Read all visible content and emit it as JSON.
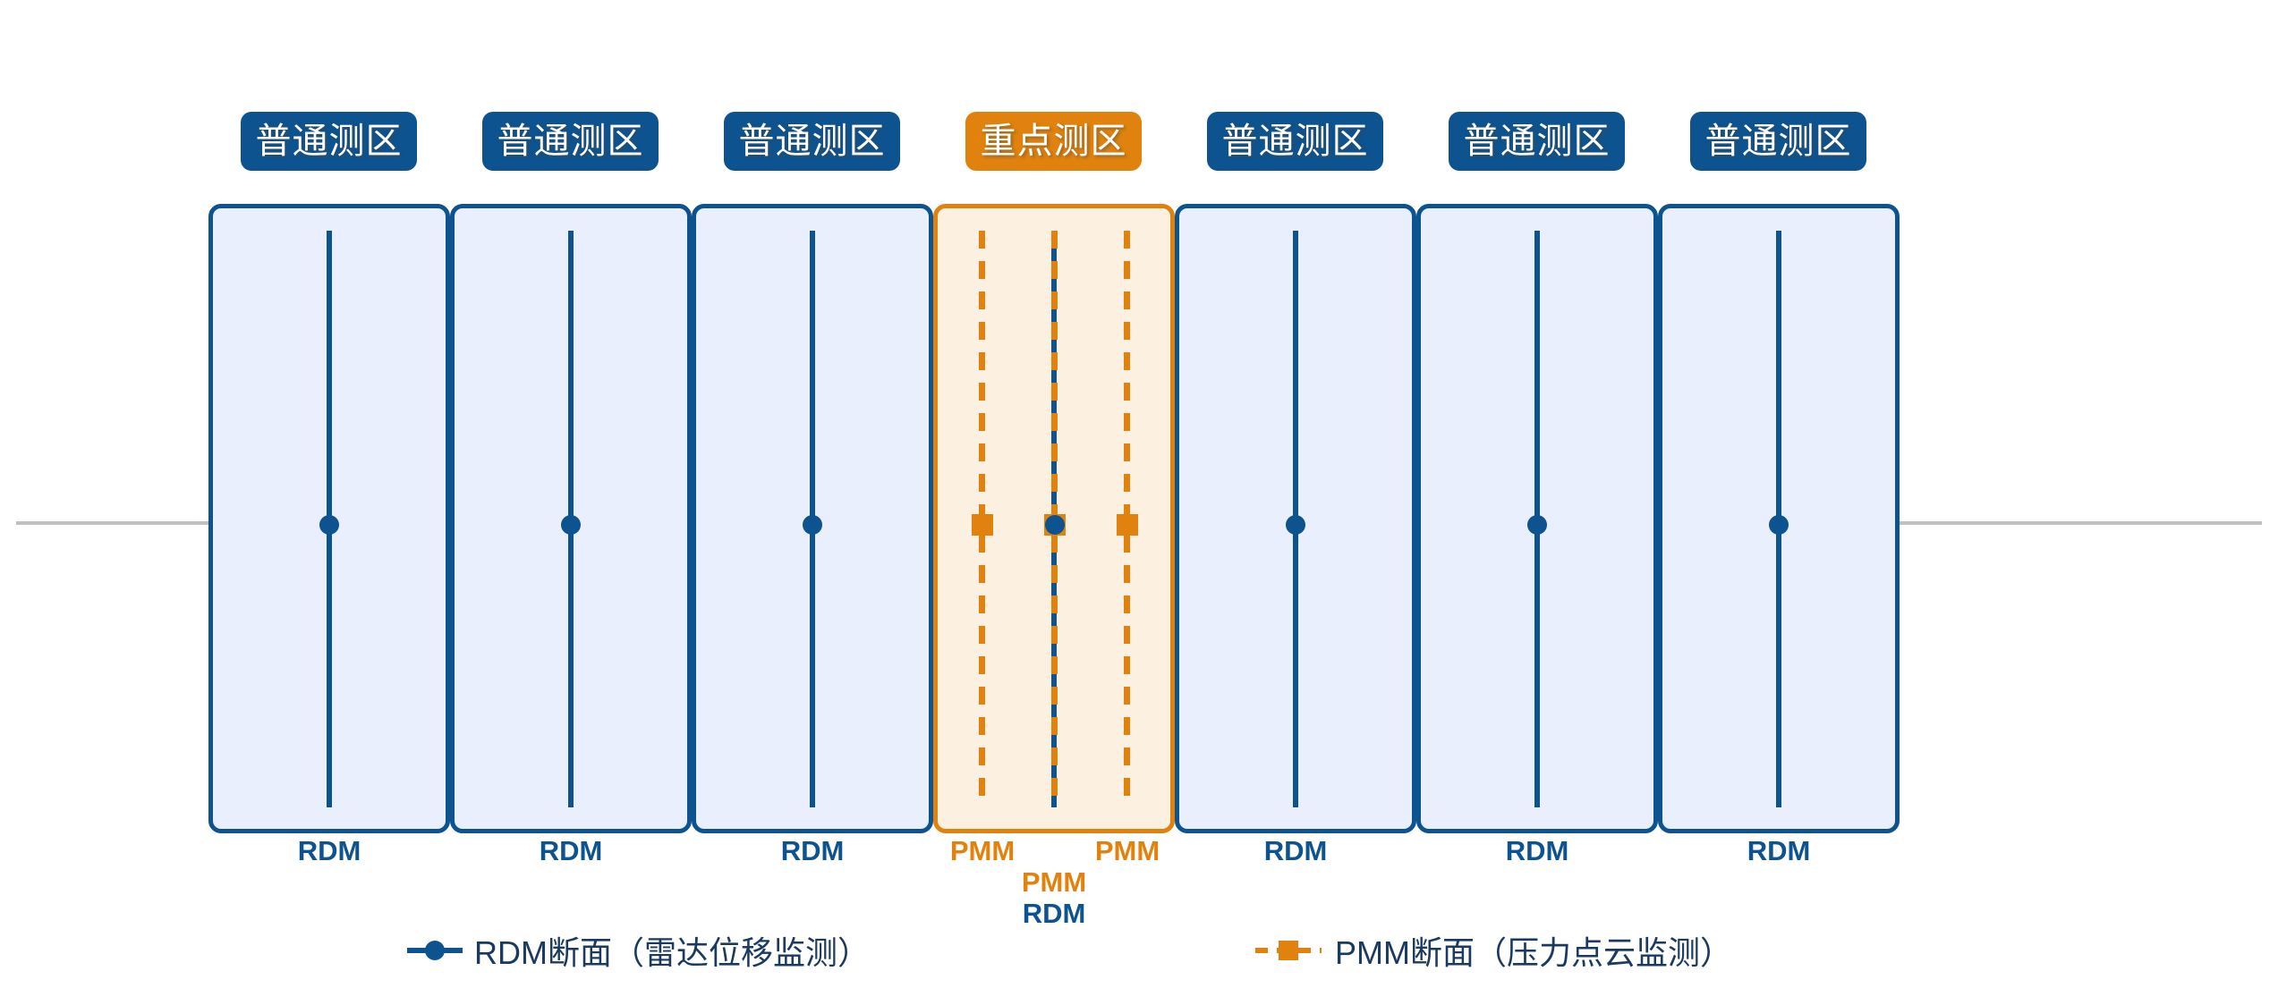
{
  "colors": {
    "blue": "#0d5390",
    "orange": "#e0820d",
    "panelBlueBg": "#e9effc",
    "panelOrangeBg": "#fcf1e0",
    "gray": "#c0c0c0",
    "navy": "#1b3a61",
    "white": "#ffffff"
  },
  "zones": [
    {
      "tag": "普通测区",
      "section": "RDM"
    },
    {
      "tag": "普通测区",
      "section": "RDM"
    },
    {
      "tag": "普通测区",
      "section": "RDM"
    },
    {
      "tag": "重点测区",
      "pmm_left": "PMM",
      "pmm_right": "PMM",
      "pmm_center": "PMM",
      "rdm_center": "RDM"
    },
    {
      "tag": "普通测区",
      "section": "RDM"
    },
    {
      "tag": "普通测区",
      "section": "RDM"
    },
    {
      "tag": "普通测区",
      "section": "RDM"
    }
  ],
  "legend": {
    "rdm_label": "RDM断面（雷达位移监测）",
    "pmm_label": "PMM断面（压力点云监测）"
  }
}
